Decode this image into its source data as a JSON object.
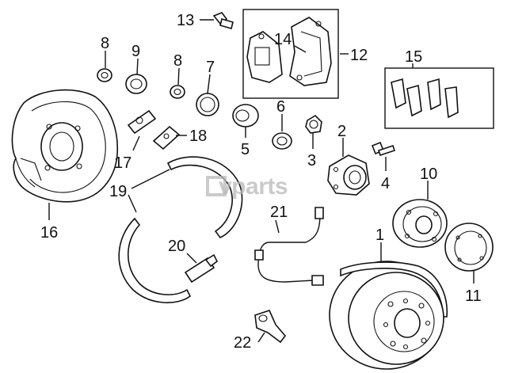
{
  "watermark": "vparts",
  "callouts": [
    {
      "id": "1",
      "text": "1"
    },
    {
      "id": "2",
      "text": "2"
    },
    {
      "id": "3",
      "text": "3"
    },
    {
      "id": "4",
      "text": "4"
    },
    {
      "id": "5",
      "text": "5"
    },
    {
      "id": "6",
      "text": "6"
    },
    {
      "id": "7",
      "text": "7"
    },
    {
      "id": "8a",
      "text": "8"
    },
    {
      "id": "8b",
      "text": "8"
    },
    {
      "id": "9",
      "text": "9"
    },
    {
      "id": "10",
      "text": "10"
    },
    {
      "id": "11",
      "text": "11"
    },
    {
      "id": "12",
      "text": "12"
    },
    {
      "id": "13",
      "text": "13"
    },
    {
      "id": "14",
      "text": "14"
    },
    {
      "id": "15",
      "text": "15"
    },
    {
      "id": "16",
      "text": "16"
    },
    {
      "id": "17",
      "text": "17"
    },
    {
      "id": "18",
      "text": "18"
    },
    {
      "id": "19",
      "text": "19"
    },
    {
      "id": "20",
      "text": "20"
    },
    {
      "id": "21",
      "text": "21"
    },
    {
      "id": "22",
      "text": "22"
    }
  ]
}
